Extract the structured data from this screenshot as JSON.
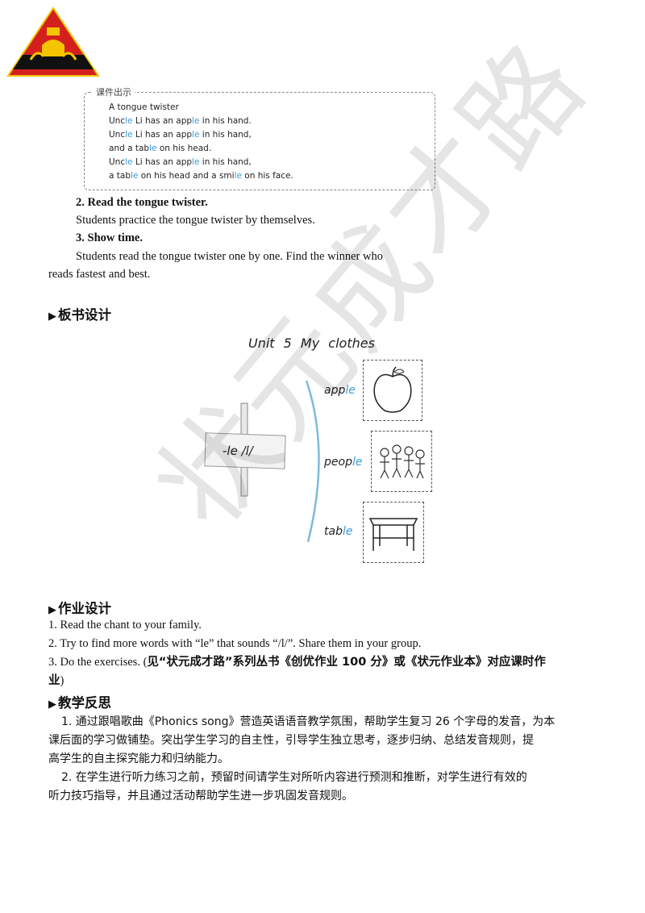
{
  "courseware": {
    "tag": "课件出示",
    "lines": [
      [
        {
          "t": "A tongue twister",
          "h": false
        }
      ],
      [
        {
          "t": "Unc",
          "h": false
        },
        {
          "t": "le",
          "h": true
        },
        {
          "t": " Li has an app",
          "h": false
        },
        {
          "t": "le",
          "h": true
        },
        {
          "t": " in his hand.",
          "h": false
        }
      ],
      [
        {
          "t": "Unc",
          "h": false
        },
        {
          "t": "le",
          "h": true
        },
        {
          "t": " Li has an app",
          "h": false
        },
        {
          "t": "le",
          "h": true
        },
        {
          "t": " in his hand,",
          "h": false
        }
      ],
      [
        {
          "t": "and a tab",
          "h": false
        },
        {
          "t": "le",
          "h": true
        },
        {
          "t": " on his head.",
          "h": false
        }
      ],
      [
        {
          "t": "Unc",
          "h": false
        },
        {
          "t": "le",
          "h": true
        },
        {
          "t": " Li has an app",
          "h": false
        },
        {
          "t": "le",
          "h": true
        },
        {
          "t": " in his hand,",
          "h": false
        }
      ],
      [
        {
          "t": "a tab",
          "h": false
        },
        {
          "t": "le",
          "h": true
        },
        {
          "t": " on his head and a smi",
          "h": false
        },
        {
          "t": "le",
          "h": true
        },
        {
          "t": " on his face.",
          "h": false
        }
      ]
    ]
  },
  "steps": {
    "s2_title": "2. Read the tongue twister.",
    "s2_body": "Students practice the tongue twister by themselves.",
    "s3_title": "3. Show time.",
    "s3_body1": "Students read the tongue twister one by one. Find the winner who",
    "s3_body2": "reads fastest and best."
  },
  "sections": {
    "board": "板书设计",
    "homework": "作业设计",
    "reflection": "教学反思",
    "marker": "▶"
  },
  "board": {
    "title": "Unit 5   My clothes",
    "sign": "-le /l/",
    "words": [
      {
        "base": "app",
        "suffix": "le"
      },
      {
        "base": "peop",
        "suffix": "le"
      },
      {
        "base": "tab",
        "suffix": "le"
      }
    ]
  },
  "homework": {
    "h1": "1. Read the chant to your family.",
    "h2": "2. Try to find more words with “le” that sounds “/l/”. Share them in your group.",
    "h3_a": "3. Do the exercises. (",
    "h3_b": "见“状元成才路”系列丛书《创优作业 100 分》或《状元作业本》对应课时作",
    "h3_c": "业",
    "h3_d": ")"
  },
  "reflection": {
    "p1_l1": "1. 通过跟唱歌曲《Phonics  song》营造英语语音教学氛围，帮助学生复习 26 个字母的发音，为本",
    "p1_l2": "课后面的学习做铺垫。突出学生学习的自主性，引导学生独立思考，逐步归纳、总结发音规则，提",
    "p1_l3": "高学生的自主探究能力和归纳能力。",
    "p2_l1": "2. 在学生进行听力练习之前，预留时间请学生对所听内容进行预测和推断，对学生进行有效的",
    "p2_l2": "听力技巧指导，并且通过活动帮助学生进一步巩固发音规则。"
  },
  "watermark": "状元成才路",
  "colors": {
    "highlight": "#3a9ad9",
    "logo_red": "#d4201c",
    "logo_gold": "#f5c400"
  }
}
